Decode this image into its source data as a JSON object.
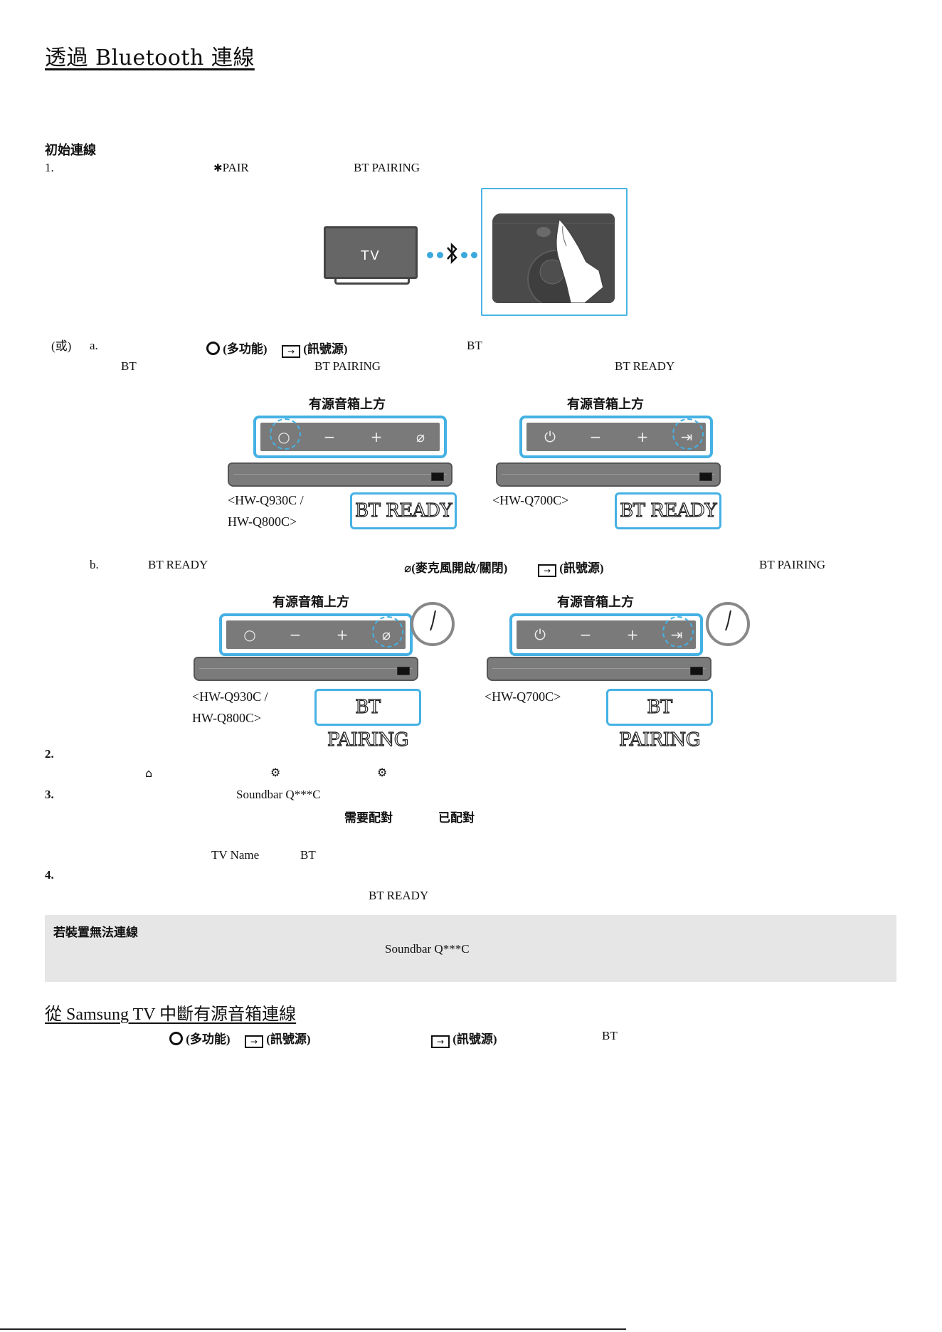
{
  "page": {
    "title": "透過 Bluetooth 連線",
    "section_initial": "初始連線",
    "step1": {
      "num": "1.",
      "pair": "PAIR",
      "bt_pairing": "BT PAIRING"
    },
    "tv_label": "TV",
    "or_label": "(或)",
    "step_a": {
      "label": "a.",
      "func_label": "(多功能)",
      "source_label": "(訊號源)",
      "bt": "BT",
      "line2_bt": "BT",
      "line2_pairing": "BT PAIRING",
      "line2_ready": "BT READY"
    },
    "panel_caption": "有源音箱上方",
    "model_q930_line1": "<HW-Q930C /",
    "model_q930_line2": "HW-Q800C>",
    "model_q700": "<HW-Q700C>",
    "bt_ready": "BT READY",
    "bt_pairing_display": "BT PAIRING",
    "step_b": {
      "label": "b.",
      "ready": "BT READY",
      "mic_label": "(麥克風開啟/關閉)",
      "source_label": "(訊號源)",
      "pairing": "BT PAIRING"
    },
    "step2": {
      "num": "2."
    },
    "step3": {
      "num": "3.",
      "device": "Soundbar Q***C",
      "need_pair": "需要配對",
      "paired": "已配對",
      "tv_name": "TV Name",
      "bt": "BT"
    },
    "step4": {
      "num": "4.",
      "ready": "BT READY"
    },
    "note": {
      "title": "若裝置無法連線",
      "device": "Soundbar Q***C"
    },
    "disconnect": {
      "title": "從 Samsung TV 中斷有源音箱連線",
      "func_label": "(多功能)",
      "source_label": "(訊號源)",
      "source_label2": "(訊號源)",
      "bt": "BT"
    }
  }
}
